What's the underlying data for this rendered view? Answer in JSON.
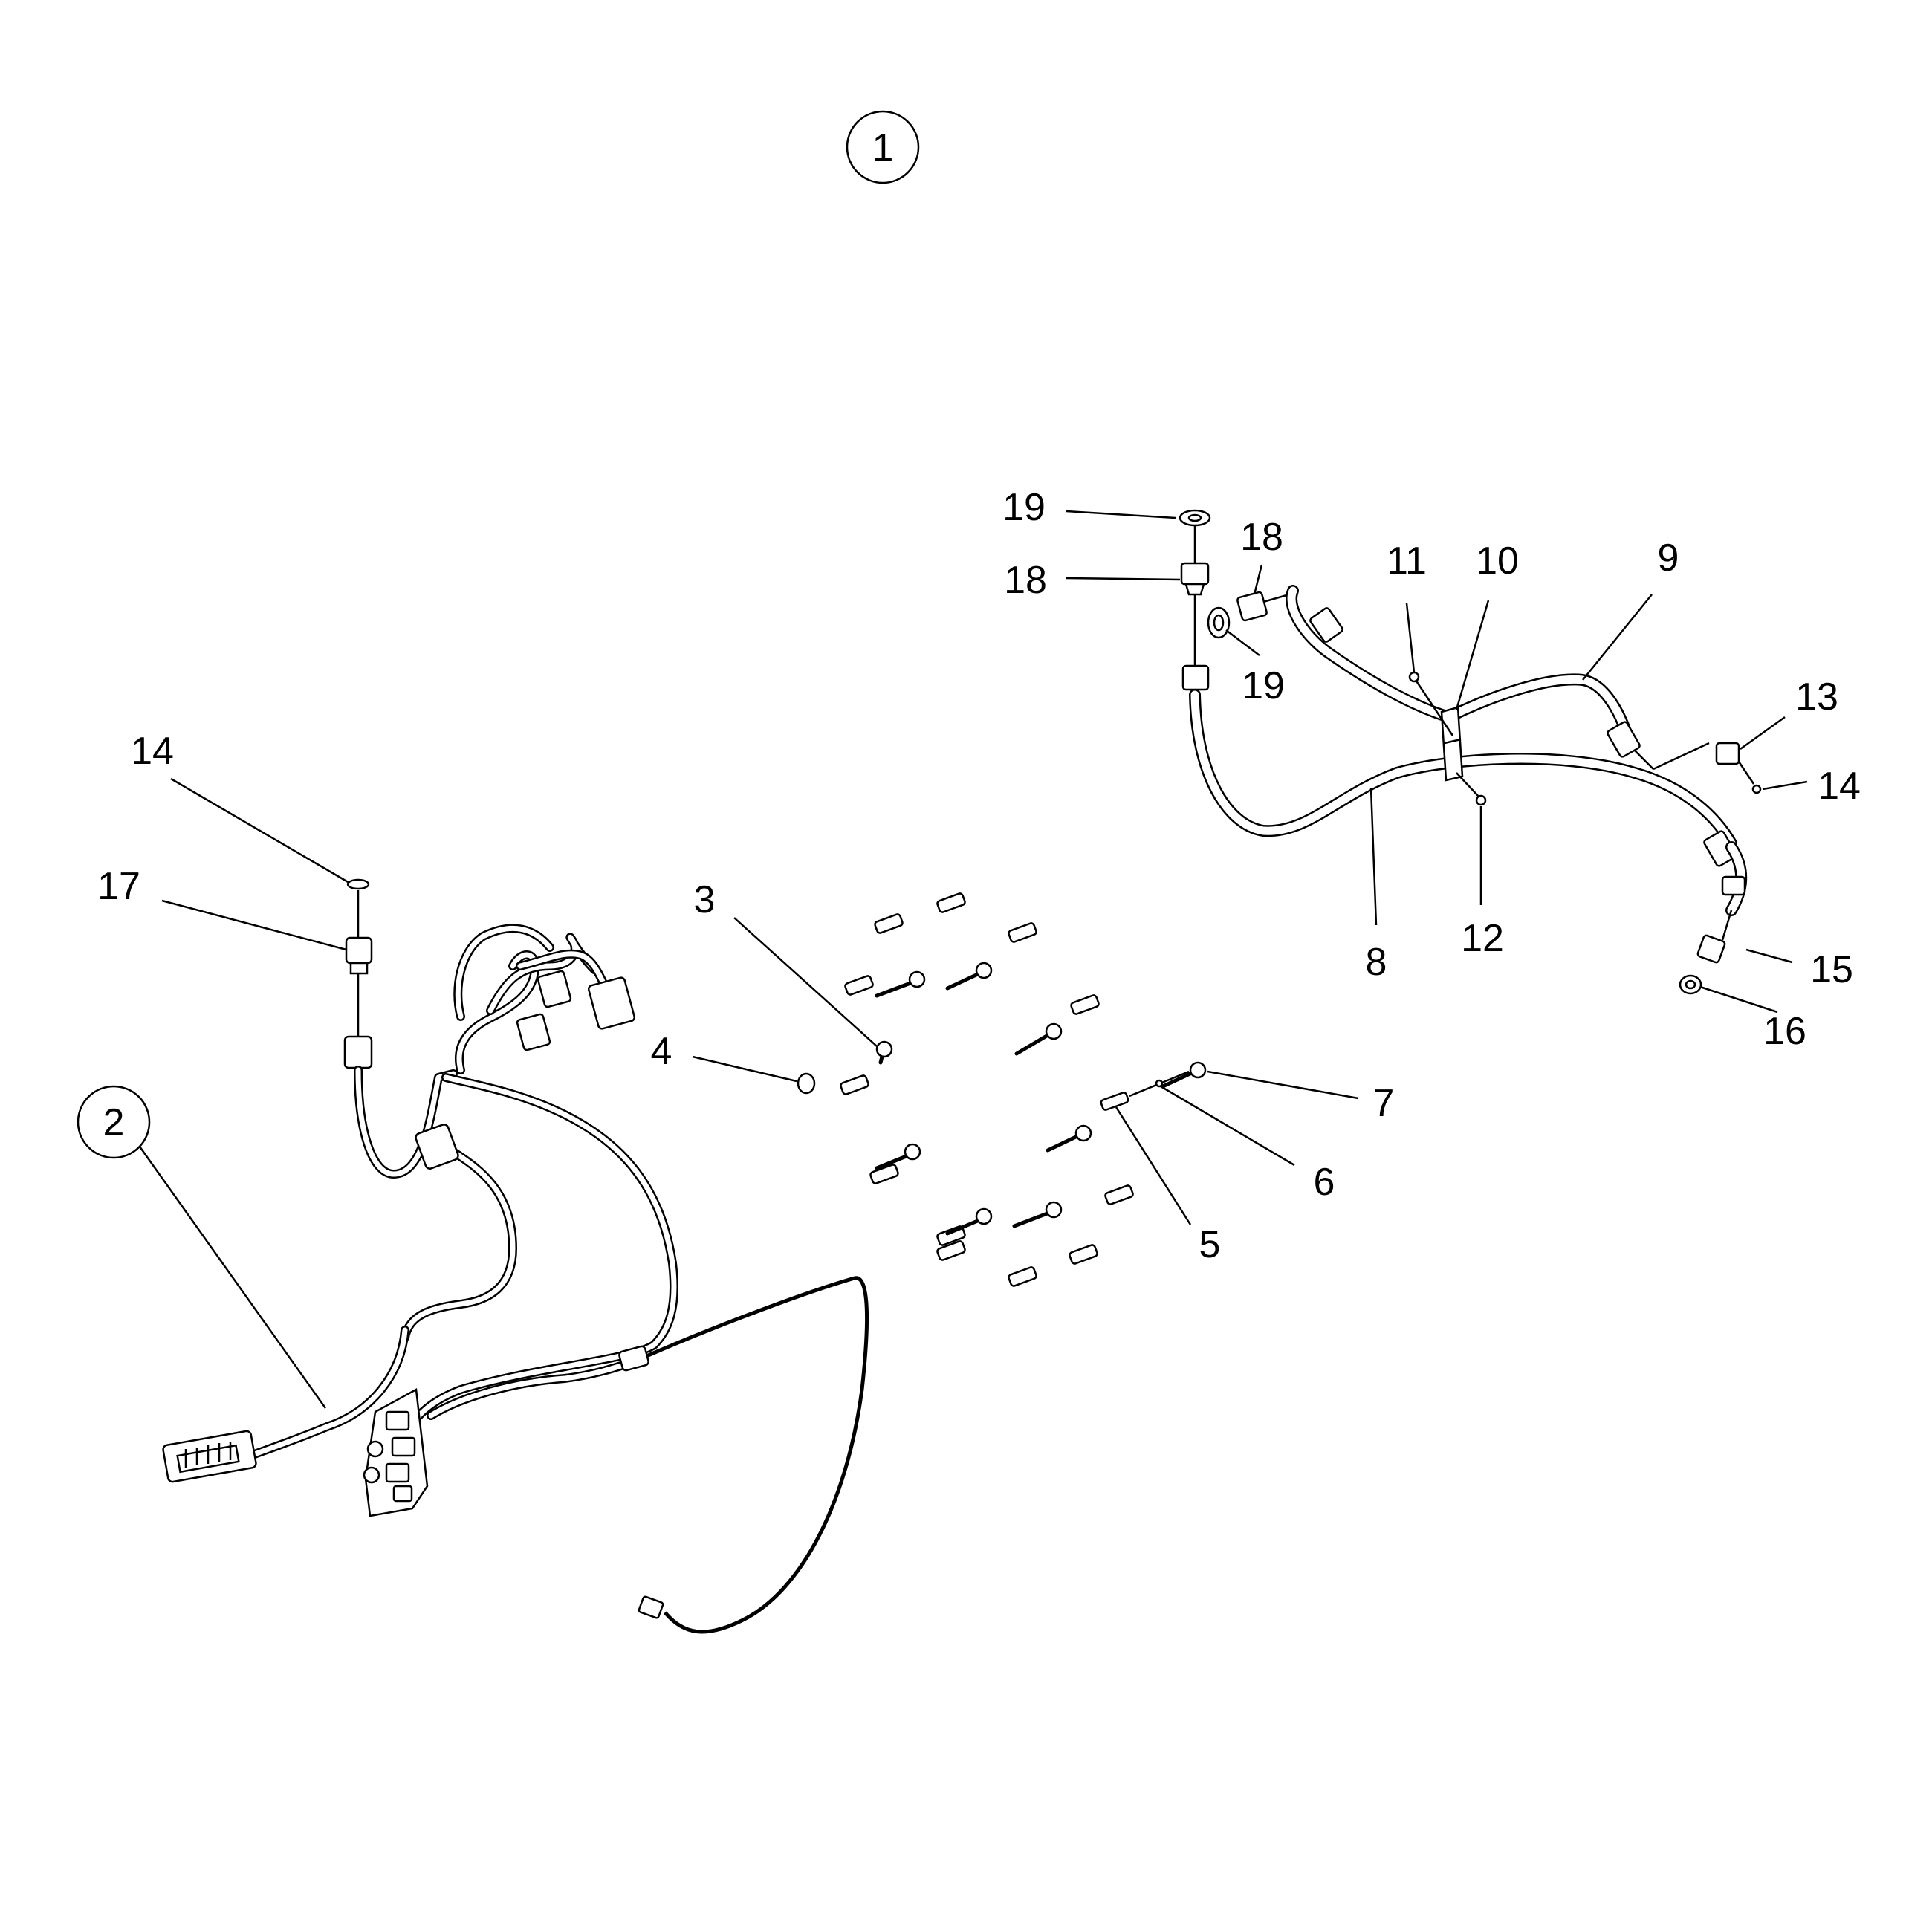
{
  "callouts": {
    "c1": "1",
    "c2": "2"
  },
  "labels": {
    "l3": "3",
    "l4": "4",
    "l5": "5",
    "l6": "6",
    "l7": "7",
    "l8": "8",
    "l9": "9",
    "l10": "10",
    "l11": "11",
    "l12": "12",
    "l13": "13",
    "l14_left": "14",
    "l14_right": "14",
    "l15": "15",
    "l16": "16",
    "l17": "17",
    "l18_left": "18",
    "l18_right": "18",
    "l19_top": "19",
    "l19_bottom": "19"
  }
}
